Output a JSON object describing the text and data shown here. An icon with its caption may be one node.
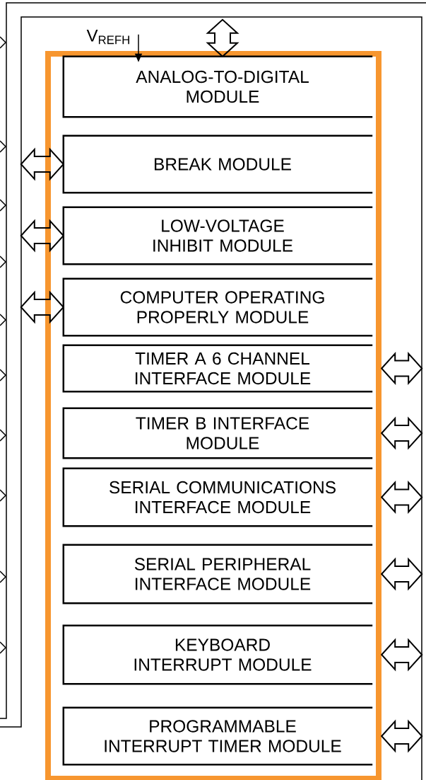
{
  "diagram": {
    "nodes": [
      {
        "text": [
          "V$_{REFH}$"
        ]
      },
      {
        "text": [],
        "shape": "box"
      },
      {
        "text": [
          "ANALOG-TO-DIGITAL MODULE"
        ],
        "in": 1
      },
      {
        "text": [
          "BREAK MODULE"
        ],
        "in": 1
      },
      {
        "text": [
          "LOW-VOLTAGE INHIBIT MODULE"
        ],
        "in": 1
      },
      {
        "text": [
          "COMPUTER OPERATING PROPERLY MODULE"
        ],
        "in": 1
      },
      {
        "text": [
          "TIMER A 6 CHANNEL INTERFACE MODULE"
        ],
        "in": 1
      },
      {
        "text": [
          "TIMER B INTERFACE MODULE"
        ],
        "in": 1
      },
      {
        "text": [
          "SERIAL COMMUNICATIONS INTERFACE MODULE"
        ],
        "in": 1
      },
      {
        "text": [
          "SERIAL PERIPHERAL INTERFACE MODULE"
        ],
        "in": 1
      },
      {
        "text": [
          "KEYBOARD INTERRUPT MODULE"
        ],
        "in": 1
      },
      {
        "text": [
          "PROGRAMMABLE INTERRUPT TIMER MODULE"
        ],
        "in": 1
      }
    ],
    "edges": [
      {
        "from": 0,
        "to": 2,
        "arrow": "to"
      },
      {
        "from": null,
        "to": 2,
        "arrow": "both"
      },
      {
        "from": null,
        "to": 3,
        "arrow": "both"
      },
      {
        "from": null,
        "to": 4,
        "arrow": "both"
      },
      {
        "from": null,
        "to": 5,
        "arrow": "both"
      },
      {
        "from": 6,
        "to": null,
        "arrow": "both"
      },
      {
        "from": 7,
        "to": null,
        "arrow": "both"
      },
      {
        "from": 8,
        "to": null,
        "arrow": "both"
      },
      {
        "from": 9,
        "to": null,
        "arrow": "both"
      },
      {
        "from": 10,
        "to": null,
        "arrow": "both"
      },
      {
        "from": 11,
        "to": null,
        "arrow": "both"
      }
    ]
  }
}
